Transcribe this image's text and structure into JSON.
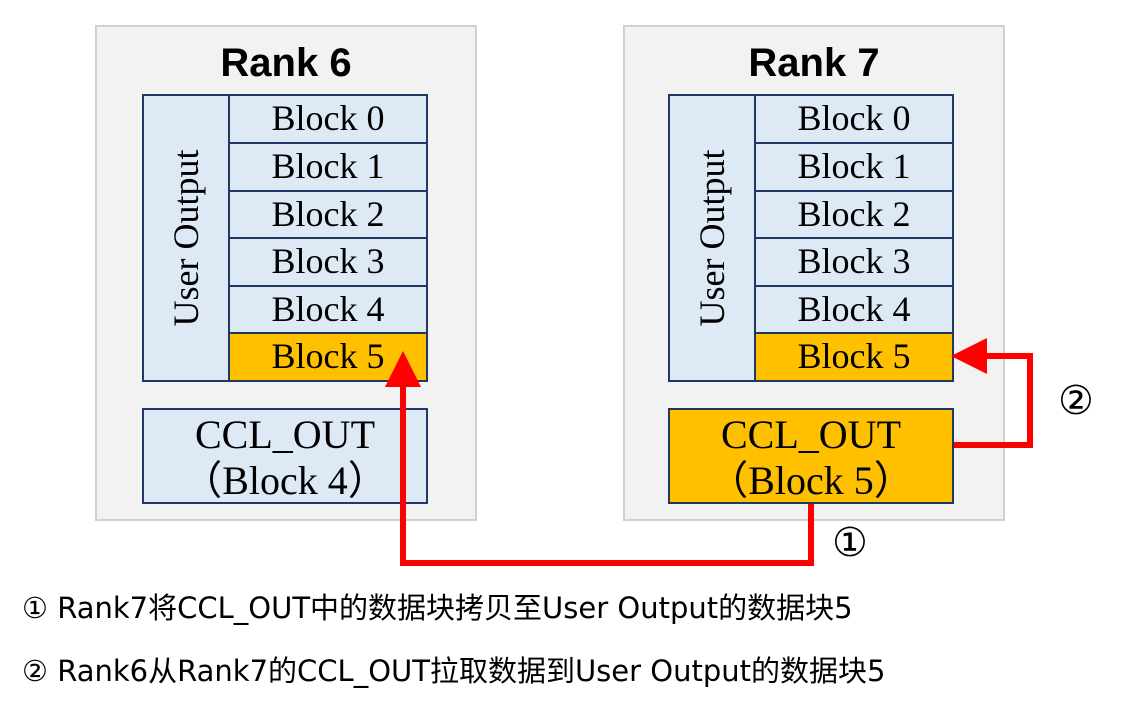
{
  "ranks": [
    {
      "title": "Rank 6",
      "user_output_label": "User Output",
      "blocks": [
        "Block 0",
        "Block 1",
        "Block 2",
        "Block 3",
        "Block 4",
        "Block 5"
      ],
      "ccl_out": {
        "line1": "CCL_OUT",
        "line2": "（Block 4）"
      }
    },
    {
      "title": "Rank 7",
      "user_output_label": "User Output",
      "blocks": [
        "Block 0",
        "Block 1",
        "Block 2",
        "Block 3",
        "Block 4",
        "Block 5"
      ],
      "ccl_out": {
        "line1": "CCL_OUT",
        "line2": "（Block 5）"
      }
    }
  ],
  "markers": {
    "step1": "①",
    "step2": "②"
  },
  "notes": [
    "① Rank7将CCL_OUT中的数据块拷贝至User Output的数据块5",
    "② Rank6从Rank7的CCL_OUT拉取数据到User Output的数据块5"
  ],
  "colors": {
    "highlight": "#ffc000",
    "block_fill": "#dee9f6",
    "border": "#1f3864",
    "arrow": "#ff0000",
    "panel": "#f2f2f2"
  }
}
